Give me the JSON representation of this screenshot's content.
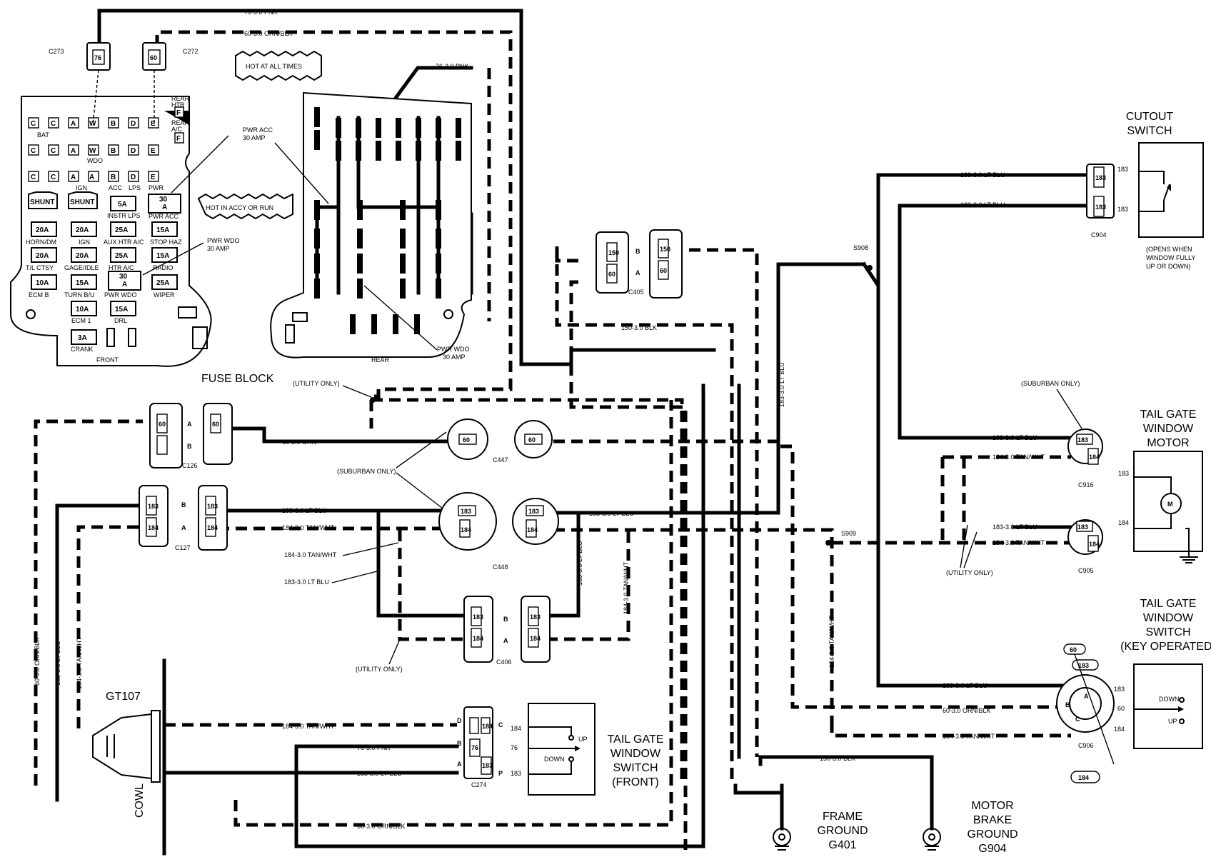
{
  "connectors": {
    "c273": "C273",
    "c272": "C272",
    "c405": "C405",
    "c126": "C126",
    "c127": "C127",
    "c447": "C447",
    "c448": "C448",
    "c406": "C406",
    "c274": "C274",
    "c904": "C904",
    "c916": "C916",
    "c905": "C905",
    "c906": "C906",
    "s908": "S908",
    "s909": "S909"
  },
  "pins": {
    "p76": "76",
    "p60": "60",
    "p150": "150",
    "p183": "183",
    "p184": "184",
    "A": "A",
    "B": "B",
    "C": "C",
    "D": "D",
    "P": "P"
  },
  "wires": {
    "pnk76": "76-3.0 PNK",
    "orn_blk60": "60-3.0 ORN/BLK",
    "orn60": "60-3.0 ORN",
    "lt_blu183": "183-3.0 LT BLU",
    "tan_wht184": "184-3.0 TAN/WHT",
    "blk150": "150-3.0 BLK"
  },
  "notes": {
    "hot_all_times": "HOT AT ALL TIMES",
    "hot_accy_run": "HOT IN ACCY OR RUN",
    "pwr_acc": "PWR ACC",
    "pwr_wdo": "PWR WDO",
    "amp30": "30 AMP",
    "utility_only": "(UTILITY ONLY)",
    "suburban_only": "(SUBURBAN ONLY)",
    "opens1": "(OPENS WHEN",
    "opens2": "WINDOW FULLY",
    "opens3": "UP OR DOWN)"
  },
  "fuse_block": {
    "title": "FUSE BLOCK",
    "front": "FRONT",
    "rear": "REAR",
    "bat": "BAT",
    "wdo": "WDO",
    "ign": "IGN",
    "acc": "ACC",
    "lps": "LPS",
    "pwr": "PWR",
    "rear_htr": "REAR",
    "htr": "HTR",
    "rear_ac": "REAR",
    "ac": "A/C",
    "cells": {
      "shunt": "SHUNT",
      "a5": "5A",
      "a30": "30",
      "a": "A",
      "a20": "20A",
      "a25": "25A",
      "a15": "15A",
      "a10": "10A",
      "a3": "3A",
      "C": "C",
      "Aw": "A",
      "W": "W",
      "B": "B",
      "D": "D",
      "E": "E",
      "F": "F"
    },
    "names": {
      "instr_lps": "INSTR LPS",
      "pwr_acc": "PWR ACC",
      "horn_dm": "HORN/DM",
      "ign": "IGN",
      "aux_htr_ac": "AUX HTR A/C",
      "stop_haz": "STOP HAZ",
      "tl_ctsy": "T/L CTSY",
      "gage_idle": "GAGE/IDLE",
      "htr_ac": "HTR A/C",
      "radio": "RADIO",
      "ecm_b": "ECM B",
      "turn_bu": "TURN B/U",
      "pwr_wdo": "PWR WDO",
      "wiper": "WIPER",
      "ecm1": "ECM 1",
      "drl": "DRL",
      "crank": "CRANK"
    }
  },
  "components": {
    "cutout1": "CUTOUT",
    "cutout2": "SWITCH",
    "tgm1": "TAIL GATE",
    "tgm2": "WINDOW",
    "tgm3": "MOTOR",
    "tgs1": "TAIL GATE",
    "tgs2": "WINDOW",
    "tgs3": "SWITCH",
    "tgs4": "(KEY OPERATED)",
    "tgf1": "TAIL GATE",
    "tgf2": "WINDOW",
    "tgf3": "SWITCH",
    "tgf4": "(FRONT)",
    "up": "UP",
    "down": "DOWN",
    "gt107": "GT107",
    "cowl": "COWL",
    "frame1": "FRAME",
    "frame2": "GROUND",
    "frame3": "G401",
    "motor1": "MOTOR",
    "motor2": "BRAKE",
    "motor3": "GROUND",
    "motor4": "G904",
    "m": "M"
  }
}
